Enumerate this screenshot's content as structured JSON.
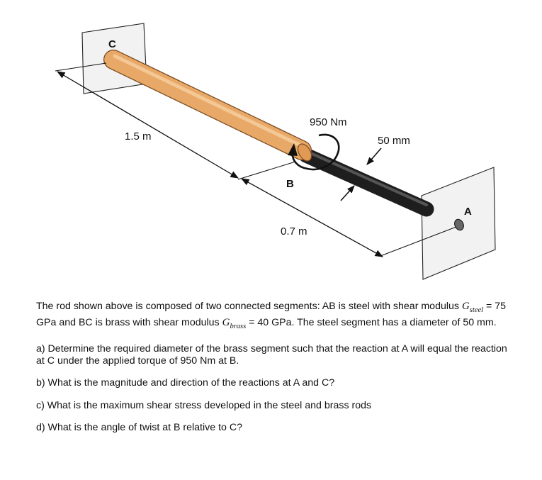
{
  "figure": {
    "labels": {
      "C": "C",
      "B": "B",
      "A": "A",
      "torque": "950 Nm",
      "dia": "50 mm",
      "len_bc": "1.5 m",
      "len_ab": "0.7 m"
    },
    "colors": {
      "brass": "#e8a867",
      "brass_dark": "#b5742f",
      "steel": "#3a3a3a",
      "wall": "#f2f2f2"
    }
  },
  "text": {
    "p1_a": "The rod shown above is composed of two connected segments: AB is steel with shear modulus ",
    "g_steel_sym": "G",
    "g_steel_sub": "steel",
    "p1_b": " = 75 GPa and BC is brass with shear modulus ",
    "g_brass_sym": "G",
    "g_brass_sub": "brass",
    "p1_c": " = 40 GPa. The steel segment has a diameter of 50 mm.",
    "qa": "a) Determine the required diameter of the brass segment such that the reaction at A will equal the reaction at C under the applied torque of 950 Nm at B.",
    "qb": "b) What is the magnitude and direction of the reactions at A and C?",
    "qc": "c) What is the maximum shear stress developed in the steel and brass rods",
    "qd": "d) What is the angle of twist at B relative to C?"
  }
}
